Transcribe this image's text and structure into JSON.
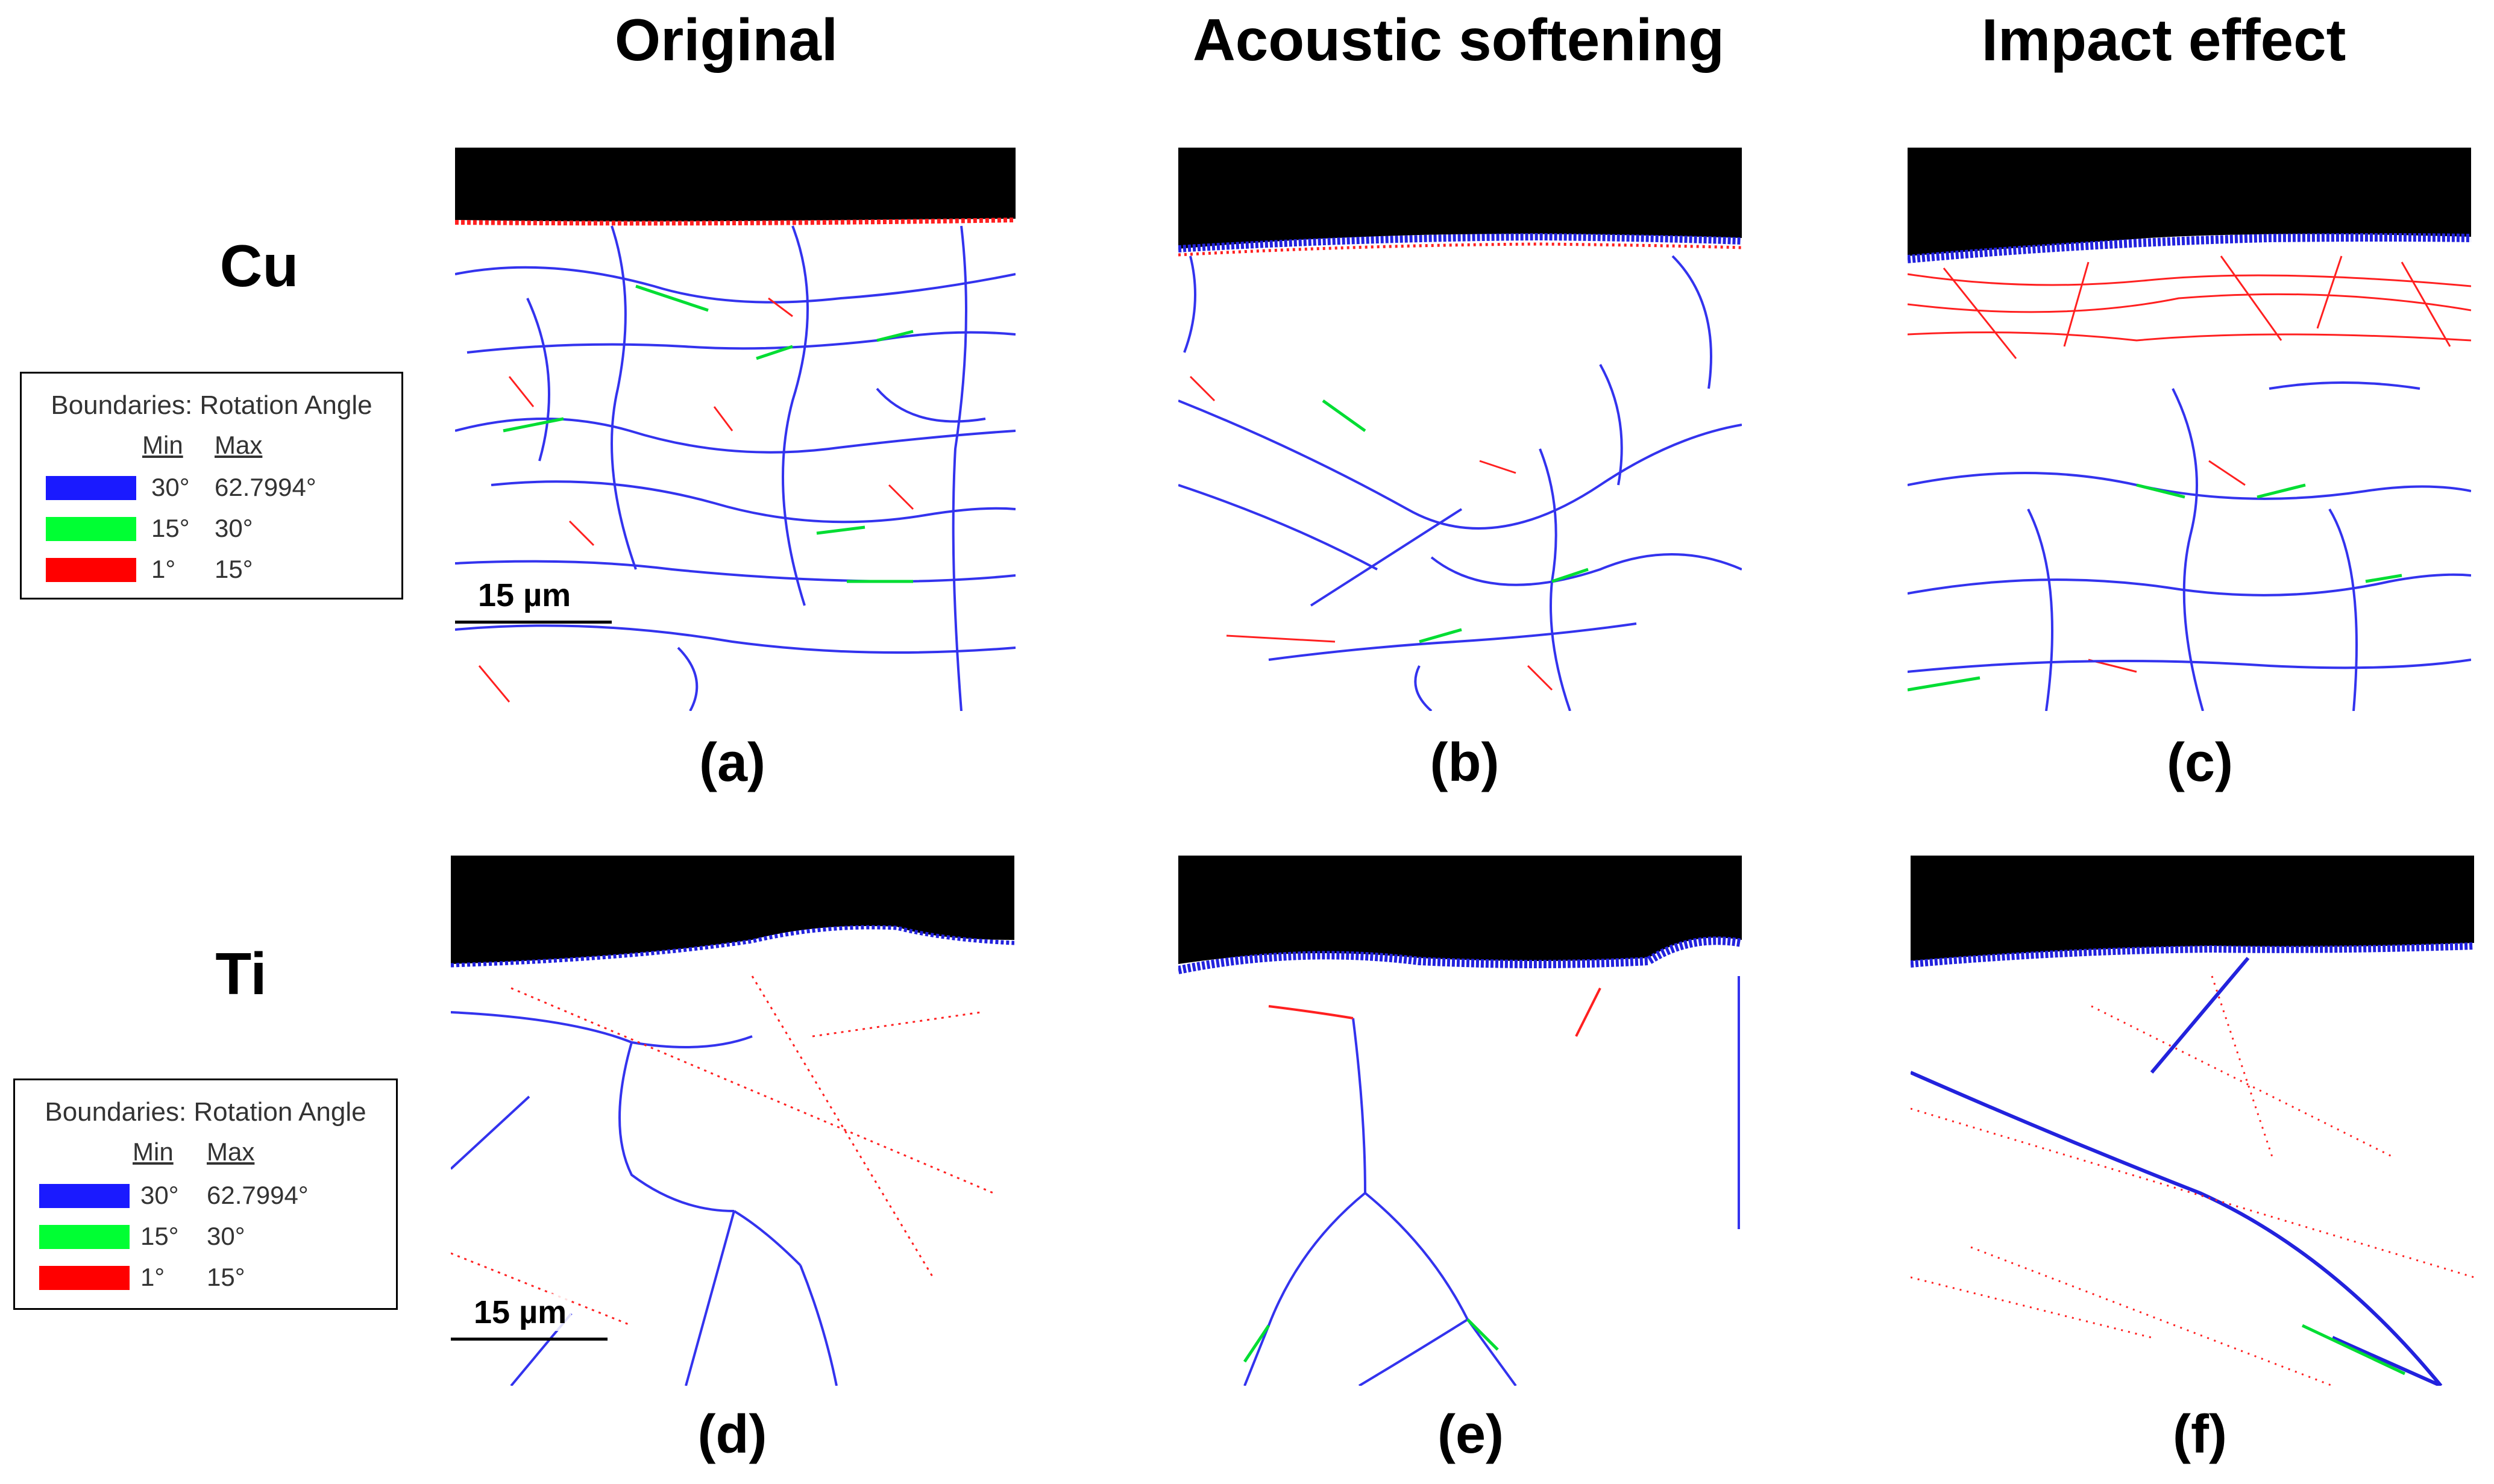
{
  "columns": [
    "Original",
    "Acoustic softening",
    "Impact effect"
  ],
  "rows": [
    "Cu",
    "Ti"
  ],
  "panels": [
    "(a)",
    "(b)",
    "(c)",
    "(d)",
    "(e)",
    "(f)"
  ],
  "legend": {
    "title": "Boundaries: Rotation Angle",
    "min_header": "Min",
    "max_header": "Max",
    "entries": [
      {
        "color": "#1a1aff",
        "min": "30°",
        "max": "62.7994°"
      },
      {
        "color": "#00ff33",
        "min": "15°",
        "max": "30°"
      },
      {
        "color": "#ff0000",
        "min": "1°",
        "max": "15°"
      }
    ]
  },
  "scale_bar": "15 µm",
  "colors": {
    "high_angle": "#1a1aff",
    "medium_angle": "#00ff33",
    "low_angle": "#ff0000",
    "background_region": "#000000"
  }
}
